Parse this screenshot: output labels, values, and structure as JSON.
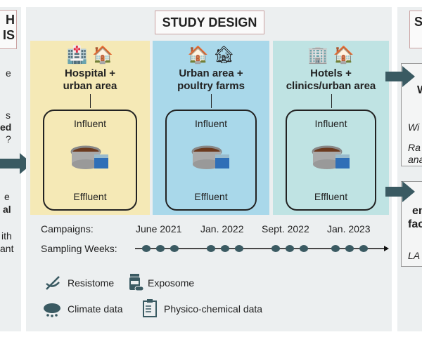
{
  "left_panel": {
    "title_lines": [
      "H",
      "IS"
    ],
    "fragments": [
      "e",
      "s",
      "ed",
      "?",
      "e",
      "al",
      "ith",
      "ant"
    ]
  },
  "center_panel": {
    "title": "STUDY DESIGN",
    "sites": [
      {
        "label_lines": [
          "Hospital +",
          "urban area"
        ],
        "icons": [
          "hospital-icon",
          "house-icon"
        ],
        "color": "#f5e9b6",
        "influent": "Influent",
        "effluent": "Effluent"
      },
      {
        "label_lines": [
          "Urban area +",
          "poultry farms"
        ],
        "icons": [
          "house-icon",
          "farm-icon"
        ],
        "color": "#a9d8ea",
        "influent": "Influent",
        "effluent": "Effluent"
      },
      {
        "label_lines": [
          "Hotels +",
          "clinics/urban area"
        ],
        "icons": [
          "building-icon",
          "house-icon"
        ],
        "color": "#bfe3e3",
        "influent": "Influent",
        "effluent": "Effluent"
      }
    ],
    "campaigns_label": "Campaigns:",
    "campaigns": [
      "June 2021",
      "Jan. 2022",
      "Sept. 2022",
      "Jan. 2023"
    ],
    "sampling_label": "Sampling Weeks:",
    "legend": [
      {
        "icon": "dna-icon",
        "label": "Resistome"
      },
      {
        "icon": "pill-bottle-icon",
        "label": "Exposome"
      },
      {
        "icon": "rain-cloud-icon",
        "label": "Climate data"
      },
      {
        "icon": "clipboard-icon",
        "label": "Physico-chemical data"
      }
    ]
  },
  "right_panel": {
    "title": "S",
    "fragments": [
      "W",
      "Wi",
      "Ra",
      "ana",
      "en",
      "fac",
      "LA"
    ]
  },
  "colors": {
    "arrow": "#3a5a62",
    "panel": "#eceff0",
    "title_border": "#c9a0a0"
  }
}
